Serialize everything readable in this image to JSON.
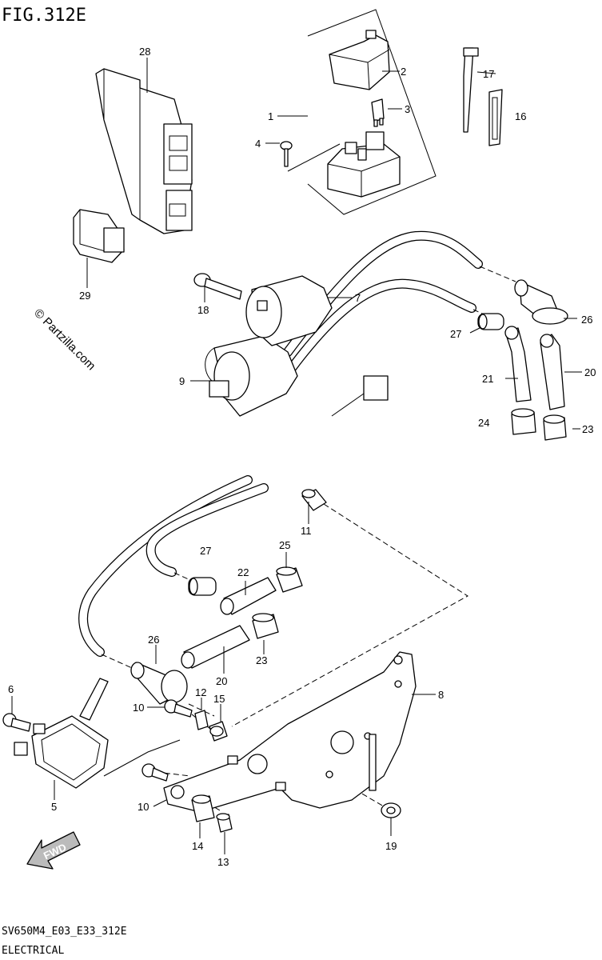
{
  "figure": {
    "title": "FIG.312E",
    "code": "SV650M4_E03_E33_312E",
    "caption": "ELECTRICAL",
    "watermark": "© Partzilla.com",
    "direction_label": "FWD"
  },
  "callouts": [
    {
      "id": "1",
      "text": "1"
    },
    {
      "id": "2",
      "text": "2"
    },
    {
      "id": "3",
      "text": "3"
    },
    {
      "id": "4",
      "text": "4"
    },
    {
      "id": "5",
      "text": "5"
    },
    {
      "id": "6",
      "text": "6"
    },
    {
      "id": "7",
      "text": "7"
    },
    {
      "id": "8",
      "text": "8"
    },
    {
      "id": "9",
      "text": "9"
    },
    {
      "id": "10a",
      "text": "10"
    },
    {
      "id": "10b",
      "text": "10"
    },
    {
      "id": "11",
      "text": "11"
    },
    {
      "id": "12",
      "text": "12"
    },
    {
      "id": "13",
      "text": "13"
    },
    {
      "id": "14",
      "text": "14"
    },
    {
      "id": "15",
      "text": "15"
    },
    {
      "id": "16",
      "text": "16"
    },
    {
      "id": "17",
      "text": "17"
    },
    {
      "id": "18",
      "text": "18"
    },
    {
      "id": "19",
      "text": "19"
    },
    {
      "id": "20a",
      "text": "20"
    },
    {
      "id": "20b",
      "text": "20"
    },
    {
      "id": "21",
      "text": "21"
    },
    {
      "id": "22",
      "text": "22"
    },
    {
      "id": "23a",
      "text": "23"
    },
    {
      "id": "23b",
      "text": "23"
    },
    {
      "id": "24",
      "text": "24"
    },
    {
      "id": "25",
      "text": "25"
    },
    {
      "id": "26a",
      "text": "26"
    },
    {
      "id": "26b",
      "text": "26"
    },
    {
      "id": "27a",
      "text": "27"
    },
    {
      "id": "27b",
      "text": "27"
    },
    {
      "id": "28",
      "text": "28"
    },
    {
      "id": "29",
      "text": "29"
    }
  ]
}
